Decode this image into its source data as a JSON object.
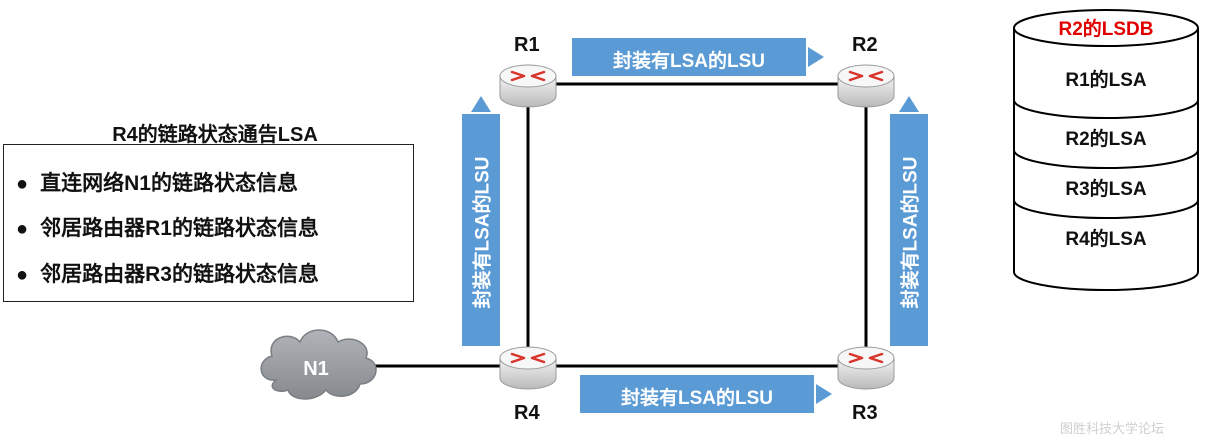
{
  "lsa_panel": {
    "title": "R4的链路状态通告LSA",
    "bullet": "●",
    "items": [
      "直连网络N1的链路状态信息",
      "邻居路由器R1的链路状态信息",
      "邻居路由器R3的链路状态信息"
    ]
  },
  "routers": {
    "r1": "R1",
    "r2": "R2",
    "r3": "R3",
    "r4": "R4"
  },
  "network": {
    "n1": "N1"
  },
  "arrows": {
    "r1_to_r2": "封装有LSA的LSU",
    "r4_to_r1": "封装有LSA的LSU",
    "r3_to_r2": "封装有LSA的LSU",
    "r4_to_r3": "封装有LSA的LSU"
  },
  "lsdb": {
    "title": "R2的LSDB",
    "entries": [
      "R1的LSA",
      "R2的LSA",
      "R3的LSA",
      "R4的LSA"
    ]
  },
  "colors": {
    "arrow_fill": "#5b9bd5",
    "db_title": "#e00000",
    "cloud": "#9a9ea3"
  },
  "watermark": "图胜科技大学论坛"
}
